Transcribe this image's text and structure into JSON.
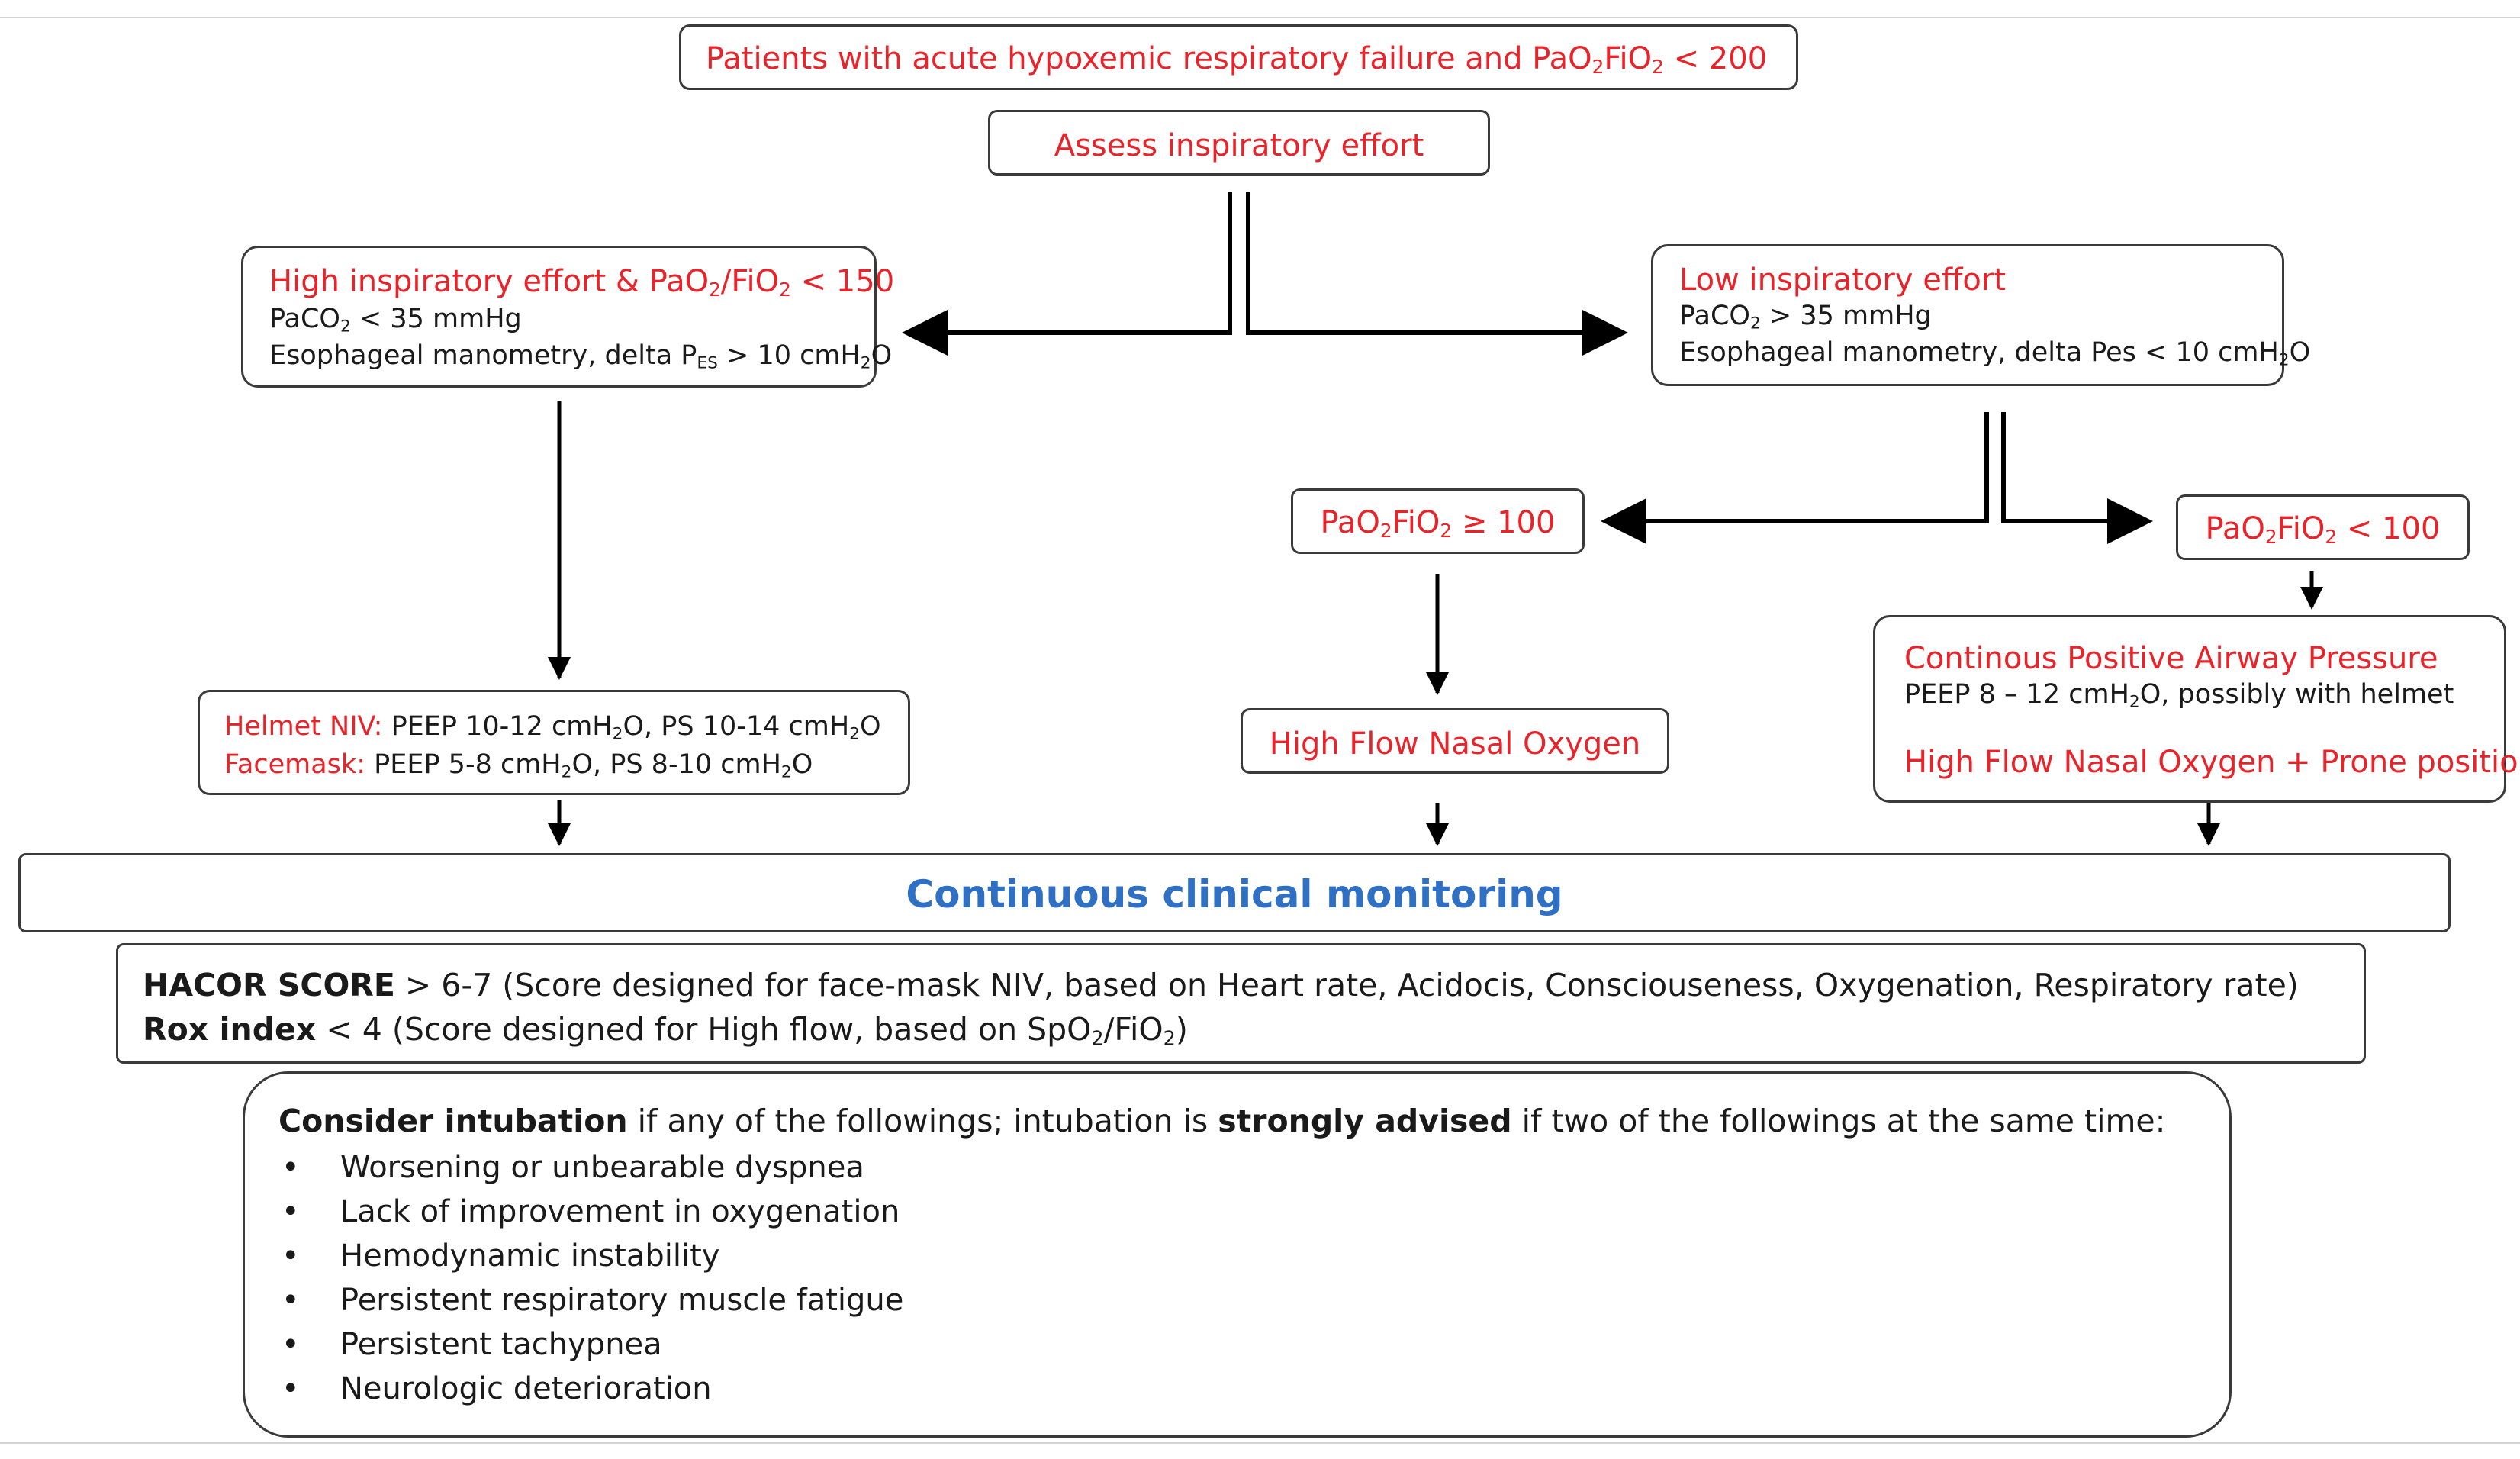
{
  "start": {
    "text_pre": "Patients with acute hypoxemic respiratory failure and PaO",
    "text_mid": "FiO",
    "text_post": " < 200",
    "sub": "2"
  },
  "assess": {
    "text": "Assess inspiratory effort"
  },
  "high_effort": {
    "title_pre": "High inspiratory effort & PaO",
    "title_mid": "/FiO",
    "title_post": " < 150",
    "line1_pre": "PaCO",
    "line1_post": " < 35 mmHg",
    "line2_pre": "Esophageal manometry, delta P",
    "line2_sub": "ES",
    "line2_mid": " > 10 cmH",
    "line2_post": "O",
    "sub": "2"
  },
  "low_effort": {
    "title": "Low inspiratory effort",
    "line1_pre": "PaCO",
    "line1_post": " > 35 mmHg",
    "line2_pre": "Esophageal manometry, delta Pes < 10 cmH",
    "line2_post": "O",
    "sub": "2"
  },
  "pf_ge_100": {
    "pre": "PaO",
    "mid": "FiO",
    "post": " ≥ 100",
    "sub": "2"
  },
  "pf_lt_100": {
    "pre": "PaO",
    "mid": "FiO",
    "post": " < 100",
    "sub": "2"
  },
  "niv": {
    "helmet_label": "Helmet NIV:",
    "helmet_a": " PEEP 10-12 cmH",
    "helmet_b": "O, PS 10-14 cmH",
    "helmet_c": "O",
    "facemask_label": "Facemask:",
    "facemask_a": "  PEEP 5-8 cmH",
    "facemask_b": "O, PS 8-10 cmH",
    "facemask_c": "O",
    "sub": "2"
  },
  "hfno": {
    "text": "High Flow Nasal Oxygen"
  },
  "cpap": {
    "title": "Continous Positive Airway Pressure",
    "line_pre": "PEEP 8 – 12 cmH",
    "line_post": "O, possibly with helmet",
    "alt": "High Flow Nasal Oxygen + Prone positioning",
    "sub": "2"
  },
  "monitoring": {
    "text": "Continuous clinical monitoring"
  },
  "scores": {
    "hacor_label": "HACOR SCORE",
    "hacor_text": " > 6-7 (Score designed for face-mask NIV, based on Heart rate, Acidocis, Consciouseness,  Oxygenation, Respiratory rate)",
    "rox_label": "Rox index",
    "rox_text_pre": " < 4 (Score designed for High flow, based on SpO",
    "rox_text_mid": "/FiO",
    "rox_text_post": ")",
    "sub": "2"
  },
  "intubation": {
    "lead_bold": "Consider intubation",
    "lead_text": " if any of the followings; intubation is ",
    "strong": "strongly advised",
    "tail": " if two of the followings at the same time:",
    "bullet": "•",
    "items": [
      "Worsening or unbearable dyspnea",
      " Lack of improvement in oxygenation",
      "Hemodynamic instability",
      "Persistent respiratory muscle fatigue",
      "Persistent tachypnea",
      "Neurologic deterioration"
    ]
  },
  "colors": {
    "red": "#e8242a",
    "blue": "#2f6fc4",
    "border": "#3a3a3a",
    "arrow": "#000000"
  }
}
